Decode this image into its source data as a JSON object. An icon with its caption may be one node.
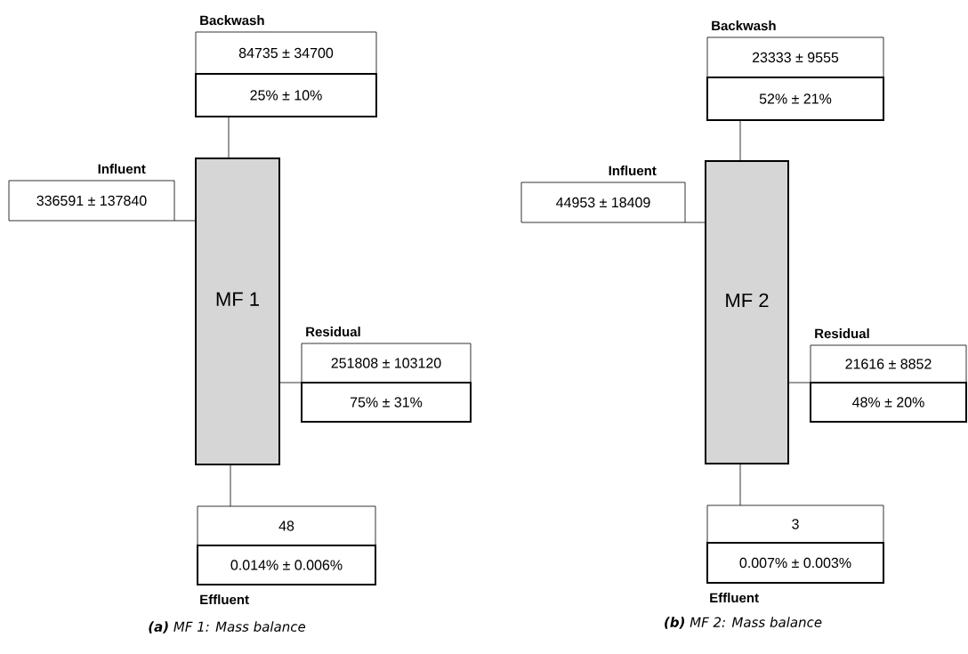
{
  "diagram": {
    "nodes": [
      {
        "text": [
          "Backwash",
          "84735 ± 34700"
        ]
      },
      {
        "text": [
          "25% ± 10%"
        ]
      },
      {
        "text": [
          "Influent",
          "336591 ± 137840"
        ]
      },
      {
        "text": [
          "MF 1"
        ]
      },
      {
        "text": [
          "Residual",
          "251808 ± 103120"
        ]
      },
      {
        "text": [
          "75% ± 31%"
        ]
      },
      {
        "text": [
          "48"
        ]
      },
      {
        "text": [
          "0.014% ± 0.006%",
          "Effluent"
        ]
      },
      {
        "text": [
          "Backwash",
          "23333 ± 9555"
        ]
      },
      {
        "text": [
          "52% ± 21%"
        ]
      },
      {
        "text": [
          "Influent",
          "44953 ± 18409"
        ]
      },
      {
        "text": [
          "MF 2"
        ]
      },
      {
        "text": [
          "Residual",
          "21616 ± 8852"
        ]
      },
      {
        "text": [
          "48% ± 20%"
        ]
      },
      {
        "text": [
          "3"
        ]
      },
      {
        "text": [
          "0.007% ± 0.003%",
          "Effluent"
        ]
      }
    ],
    "edges": [
      {
        "from": 1,
        "to": 3,
        "arrow": "none"
      },
      {
        "from": 2,
        "to": 3,
        "arrow": "none"
      },
      {
        "from": 3,
        "to": 5,
        "arrow": "none"
      },
      {
        "from": 3,
        "to": 6,
        "arrow": "none"
      },
      {
        "from": 9,
        "to": 11,
        "arrow": "none"
      },
      {
        "from": 10,
        "to": 11,
        "arrow": "none"
      },
      {
        "from": 11,
        "to": 13,
        "arrow": "none"
      },
      {
        "from": 11,
        "to": 14,
        "arrow": "none"
      }
    ],
    "labels": [
      "**(a)** MF 1: Mass balance",
      "**(b)** MF 2: Mass balance"
    ]
  }
}
